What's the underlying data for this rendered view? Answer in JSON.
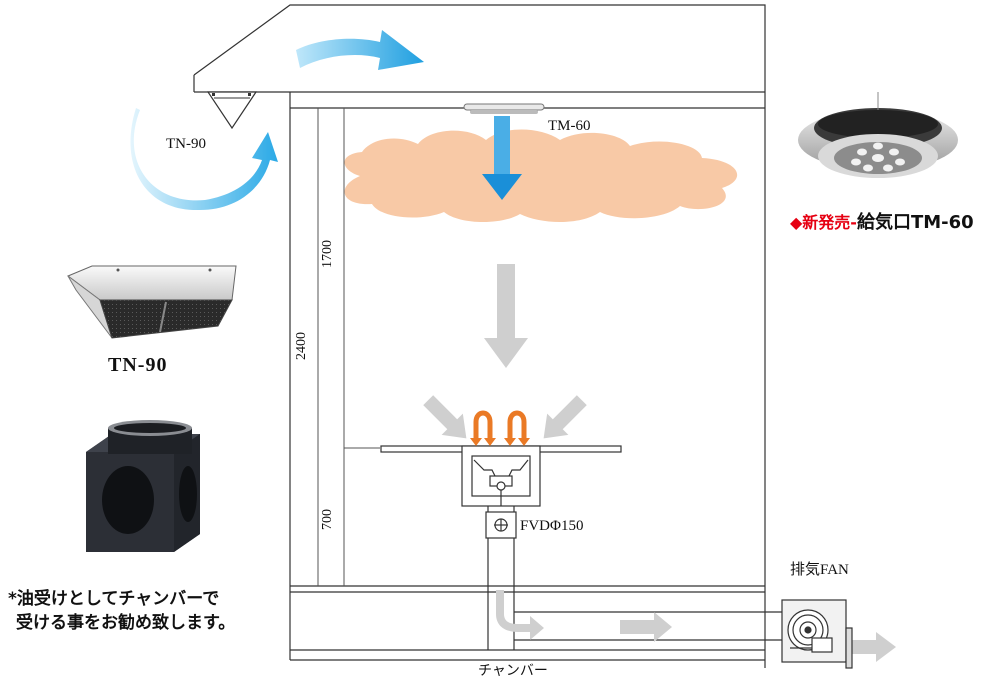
{
  "labels": {
    "tn90_top": "TN-90",
    "tm60_top": "TM-60",
    "tn90_product": "TN-90",
    "new_release_prefix": "◆新発売-",
    "new_release_name": "給気口TM-60",
    "dim_1700": "1700",
    "dim_2400": "2400",
    "dim_700": "700",
    "fvd": "FVDΦ150",
    "exhaust_fan": "排気FAN",
    "chamber": "チャンバー",
    "note_line1": "*油受けとしてチャンバーで",
    "note_line2": "受ける事をお勧め致します。"
  },
  "colors": {
    "blue_arrow": "#2aa9e6",
    "cloud": "#f8c9a6",
    "grey_arrow": "#cfcfcf",
    "orange_pipe": "#ea7a26",
    "red_accent": "#e60012",
    "line": "#333333"
  },
  "icons": {
    "tn90_hood": "range-hood-icon",
    "chamber_box": "chamber-box-icon",
    "tm60_vent": "round-vent-icon",
    "fan": "exhaust-fan-icon"
  }
}
